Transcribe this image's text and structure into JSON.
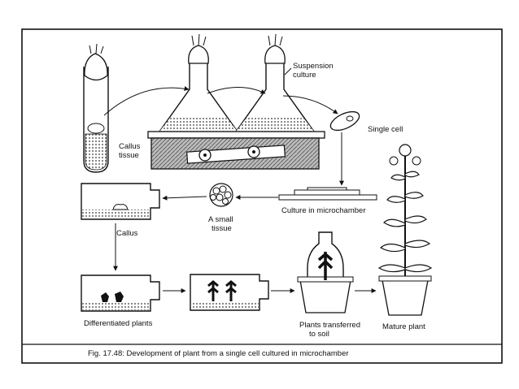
{
  "labels": {
    "suspension_culture": [
      "Suspension",
      "culture"
    ],
    "single_cell": "Single cell",
    "callus_tissue": [
      "Callus",
      "tissue"
    ],
    "culture_in_microchamber": "Culture in microchamber",
    "small_tissue": [
      "A small",
      "tissue"
    ],
    "callus": "Callus",
    "differentiated_plants": "Differentiated plants",
    "plants_transferred": [
      "Plants transferred",
      "to soil"
    ],
    "mature_plant": "Mature plant"
  },
  "caption": "Fig. 17.48: Development of plant from a single cell cultured in microchamber"
}
